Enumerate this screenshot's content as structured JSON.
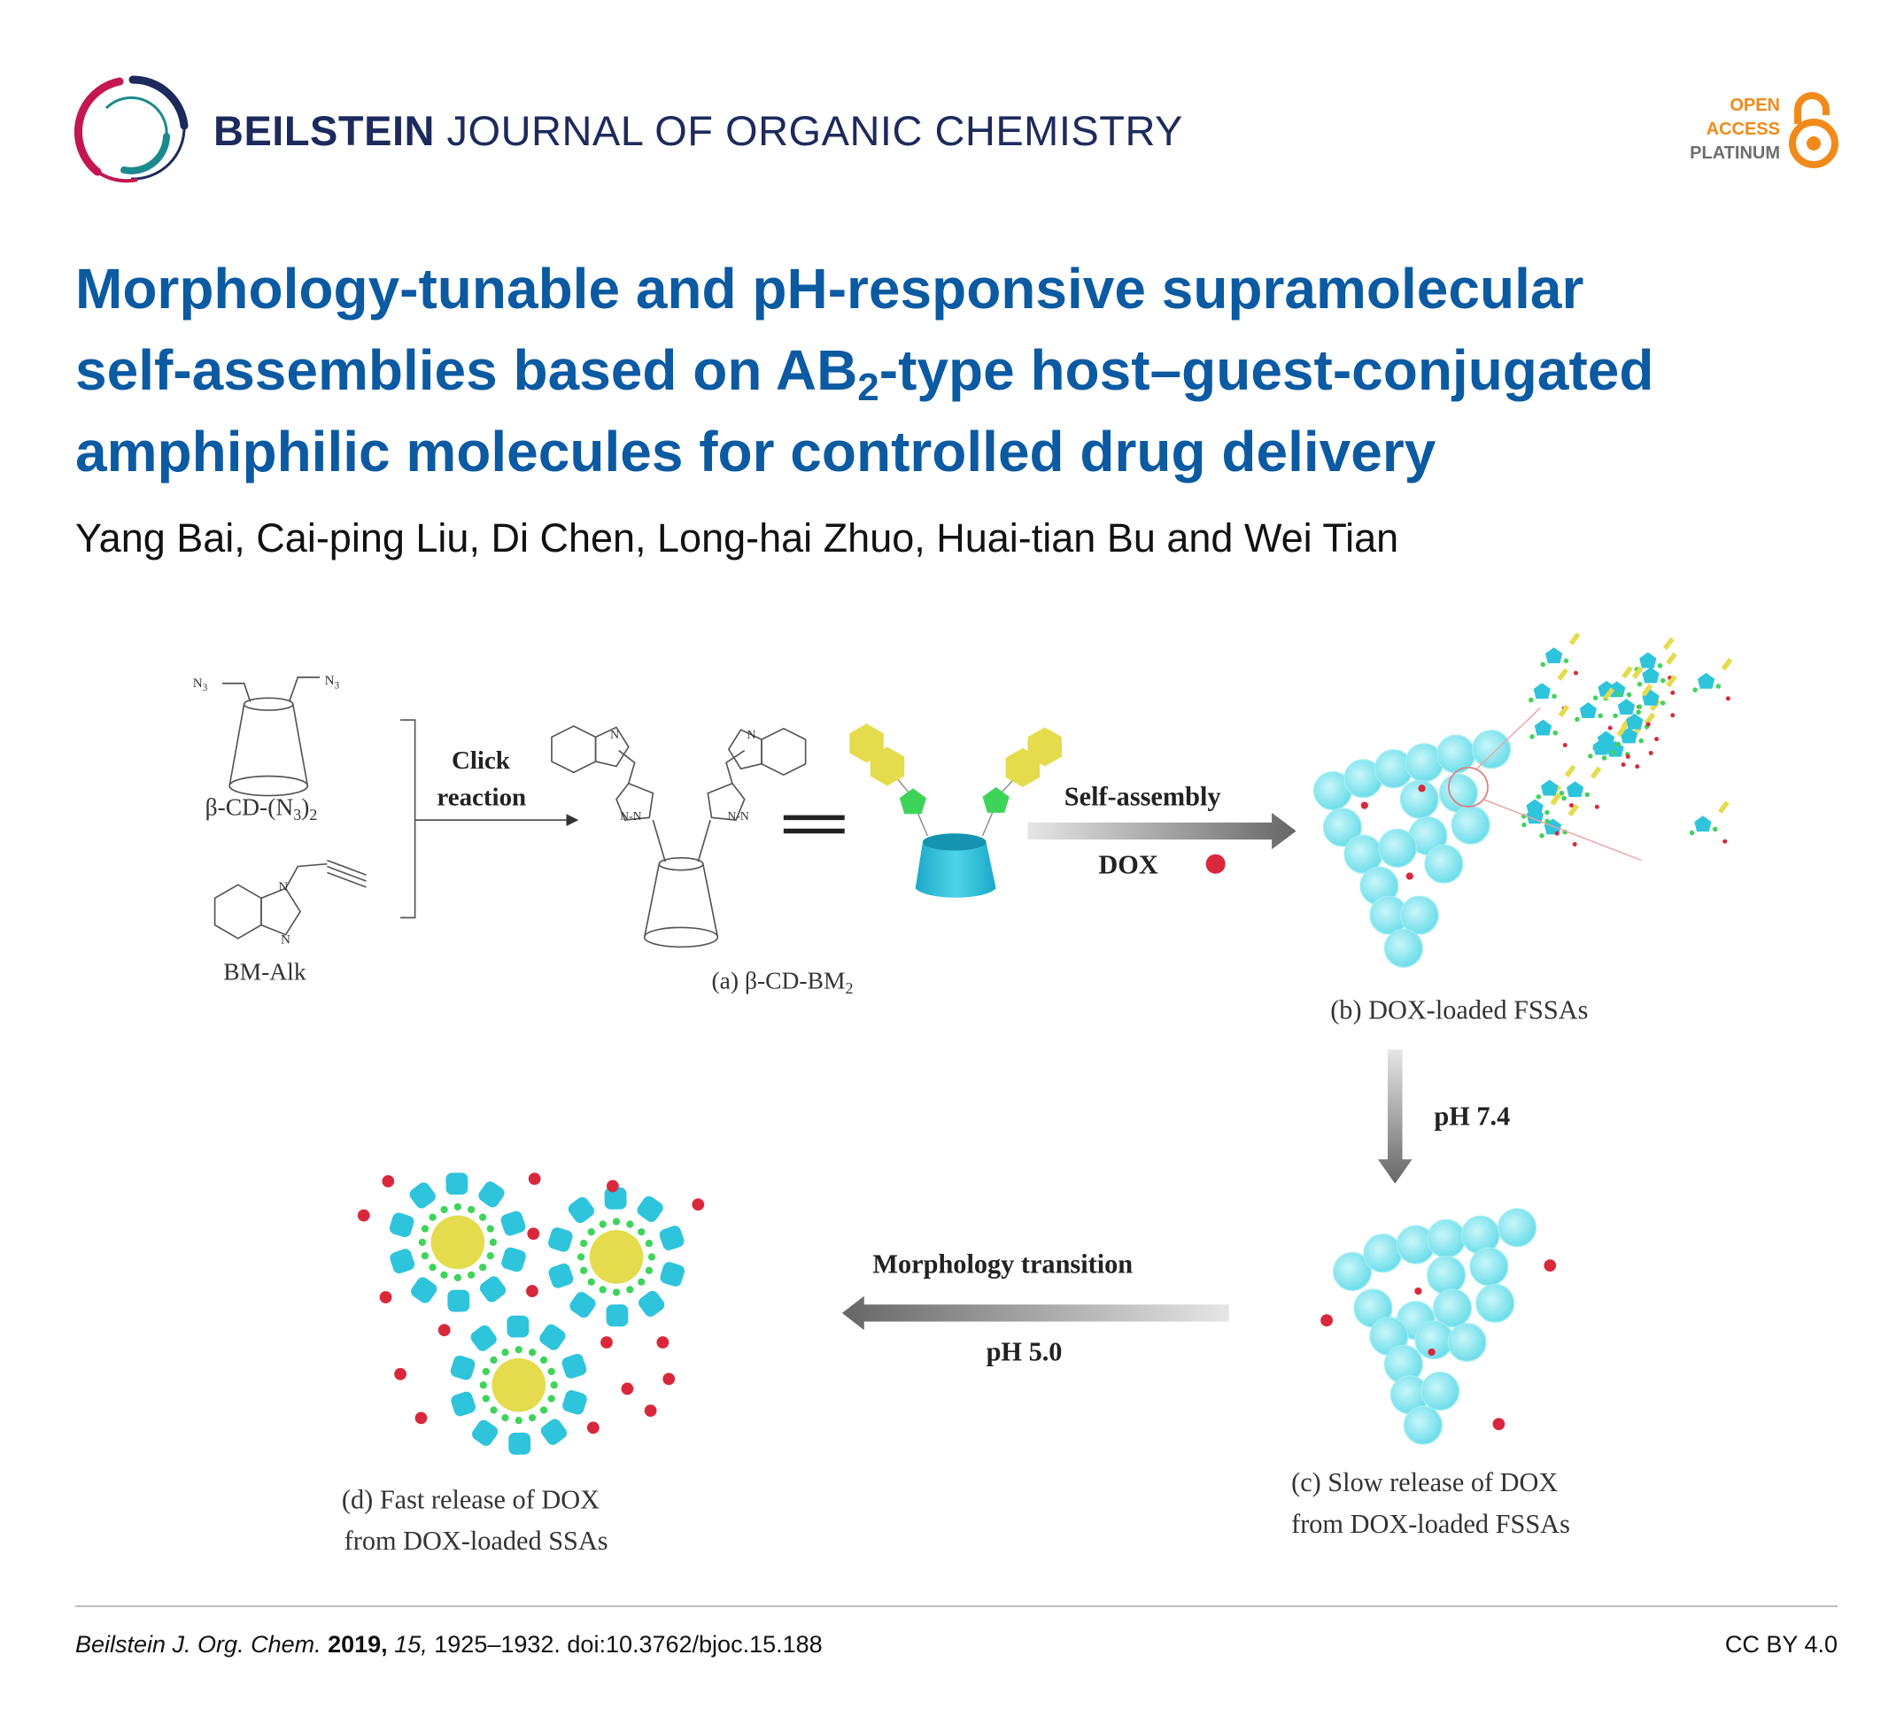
{
  "header": {
    "journal_bold": "BEILSTEIN",
    "journal_rest": " JOURNAL OF ORGANIC CHEMISTRY",
    "open_access": [
      "OPEN",
      "ACCESS",
      "PLATINUM"
    ],
    "colors": {
      "navy": "#1d2a5c",
      "crimson": "#c4174f",
      "teal": "#1b8a8f",
      "orange": "#f28a1b",
      "gray": "#6d6e71"
    }
  },
  "article": {
    "title_line1": "Morphology-tunable and pH-responsive supramolecular",
    "title_line2_pre": "self-assemblies based on AB",
    "title_line2_sub": "2",
    "title_line2_post": "-type host–guest-conjugated",
    "title_line3": "amphiphilic molecules for controlled drug delivery",
    "authors": "Yang Bai, Cai-ping Liu, Di Chen, Long-hai Zhuo, Huai-tian Bu and Wei Tian",
    "title_color": "#0b5aa2"
  },
  "figure": {
    "n3_left": "N",
    "n3_right": "N",
    "n3_sub": "3",
    "cd_n3_label": "β-CD-(N",
    "cd_n3_sub": "3",
    "cd_n3_close": ")",
    "cd_n3_sub2": "2",
    "bm_alk_label": "BM-Alk",
    "click": "Click",
    "reaction": "reaction",
    "a_label": "(a) β-CD-BM",
    "a_sub": "2",
    "self_assembly": "Self-assembly",
    "dox": "DOX",
    "b_label": "(b) DOX-loaded FSSAs",
    "ph74": "pH 7.4",
    "morphology": "Morphology transition",
    "ph50": "pH 5.0",
    "d_label_1": "(d) Fast release of DOX",
    "d_label_2": "from DOX-loaded SSAs",
    "c_label_1": "(c) Slow release of DOX",
    "c_label_2": "from DOX-loaded FSSAs",
    "atom_n": "N",
    "atom_nn": "N-N",
    "colors": {
      "cyan": "#2ec4dc",
      "sphere": "#7fe6ef",
      "yellow": "#e4dc4c",
      "green": "#3ed45a",
      "red": "#d9283b"
    }
  },
  "footer": {
    "journal_abbrev": "Beilstein J. Org. Chem.",
    "year": "2019,",
    "volume": "15,",
    "pages_doi": "1925–1932. doi:10.3762/bjoc.15.188",
    "license": "CC BY 4.0"
  }
}
